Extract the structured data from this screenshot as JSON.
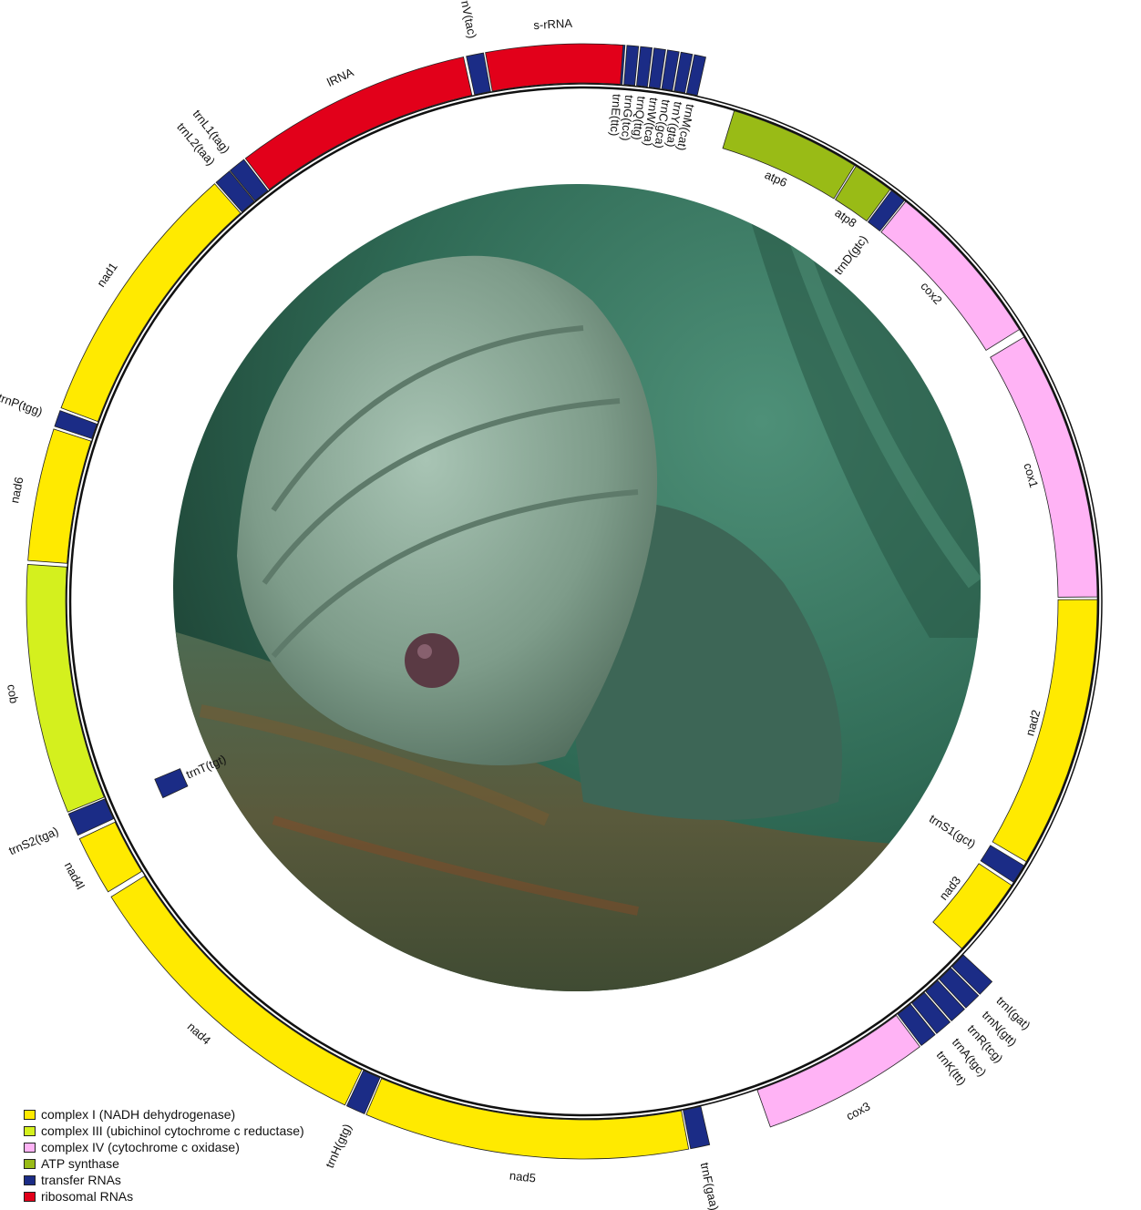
{
  "legend": [
    {
      "key": "complex1",
      "label": "complex I (NADH dehydrogenase)",
      "color": "#FFEA00"
    },
    {
      "key": "complex3",
      "label": "complex III (ubichinol cytochrome c reductase)",
      "color": "#D4F01E"
    },
    {
      "key": "complex4",
      "label": "complex IV (cytochrome c oxidase)",
      "color": "#FFB3F5"
    },
    {
      "key": "atp",
      "label": "ATP synthase",
      "color": "#99BB16"
    },
    {
      "key": "trna",
      "label": "transfer RNAs",
      "color": "#1B2C86"
    },
    {
      "key": "rrna",
      "label": "ribosomal RNAs",
      "color": "#E2001A"
    }
  ],
  "genes": [
    {
      "name": "trnE(ttc)",
      "cat": "trna",
      "strand": "out",
      "start": 3.0,
      "end": 4.2
    },
    {
      "name": "trnG(tcc)",
      "cat": "trna",
      "strand": "out",
      "start": 4.4,
      "end": 5.6
    },
    {
      "name": "trnQ(ttg)",
      "cat": "trna",
      "strand": "out",
      "start": 5.8,
      "end": 7.0
    },
    {
      "name": "trnW(tca)",
      "cat": "trna",
      "strand": "out",
      "start": 7.2,
      "end": 8.4
    },
    {
      "name": "trnC(gca)",
      "cat": "trna",
      "strand": "out",
      "start": 8.6,
      "end": 9.8
    },
    {
      "name": "trnY(gta)",
      "cat": "trna",
      "strand": "out",
      "start": 10.0,
      "end": 11.2
    },
    {
      "name": "trnM(cat)",
      "cat": "trna",
      "strand": "out",
      "start": 11.4,
      "end": 12.6
    },
    {
      "name": "atp6",
      "cat": "atp",
      "strand": "in",
      "start": 17.0,
      "end": 31.8
    },
    {
      "name": "atp8",
      "cat": "atp",
      "strand": "in",
      "start": 32.0,
      "end": 36.6
    },
    {
      "name": "trnD(gtc)",
      "cat": "trna",
      "strand": "in",
      "start": 36.8,
      "end": 38.6
    },
    {
      "name": "cox2",
      "cat": "complex4",
      "strand": "in",
      "start": 38.8,
      "end": 58.0
    },
    {
      "name": "cox1",
      "cat": "complex4",
      "strand": "in",
      "start": 59.0,
      "end": 89.5
    },
    {
      "name": "nad2",
      "cat": "complex1",
      "strand": "in",
      "start": 89.8,
      "end": 120.5
    },
    {
      "name": "trnS1(gct)",
      "cat": "trna",
      "strand": "in",
      "start": 121.0,
      "end": 123.2
    },
    {
      "name": "nad3",
      "cat": "complex1",
      "strand": "in",
      "start": 123.6,
      "end": 132.6
    },
    {
      "name": "trnI(gat)",
      "cat": "trna",
      "strand": "out",
      "start": 133.0,
      "end": 134.8
    },
    {
      "name": "trnN(gtt)",
      "cat": "trna",
      "strand": "out",
      "start": 135.0,
      "end": 136.8
    },
    {
      "name": "trnR(tcg)",
      "cat": "trna",
      "strand": "out",
      "start": 137.0,
      "end": 138.8
    },
    {
      "name": "trnA(tgc)",
      "cat": "trna",
      "strand": "out",
      "start": 139.0,
      "end": 140.8
    },
    {
      "name": "trnK(ttt)",
      "cat": "trna",
      "strand": "out",
      "start": 141.0,
      "end": 142.8
    },
    {
      "name": "cox3",
      "cat": "complex4",
      "strand": "out",
      "start": 143.0,
      "end": 160.5
    },
    {
      "name": "trnF(gaa)",
      "cat": "trna",
      "strand": "out",
      "start": 167.0,
      "end": 169.0
    },
    {
      "name": "nad5",
      "cat": "complex1",
      "strand": "out",
      "start": 169.2,
      "end": 203.0
    },
    {
      "name": "trnH(gtg)",
      "cat": "trna",
      "strand": "out",
      "start": 203.2,
      "end": 205.2
    },
    {
      "name": "nad4",
      "cat": "complex1",
      "strand": "out",
      "start": 205.4,
      "end": 238.0
    },
    {
      "name": "nad4l",
      "cat": "complex1",
      "strand": "out",
      "start": 238.6,
      "end": 244.8
    },
    {
      "name": "trnT(tgt)",
      "cat": "trna",
      "strand": "in",
      "start": 245.0,
      "end": 247.5
    },
    {
      "name": "trnS2(tga)",
      "cat": "trna",
      "strand": "out",
      "start": 245.2,
      "end": 247.6
    },
    {
      "name": "cob",
      "cat": "complex3",
      "strand": "out",
      "start": 247.8,
      "end": 273.8
    },
    {
      "name": "nad6",
      "cat": "complex1",
      "strand": "out",
      "start": 274.2,
      "end": 288.0
    },
    {
      "name": "trnP(tgg)",
      "cat": "trna",
      "strand": "out",
      "start": 288.3,
      "end": 290.0
    },
    {
      "name": "nad1",
      "cat": "complex1",
      "strand": "out",
      "start": 290.3,
      "end": 318.5
    },
    {
      "name": "trnL2(taa)",
      "cat": "trna",
      "strand": "out",
      "start": 318.7,
      "end": 320.5
    },
    {
      "name": "trnL1(tag)",
      "cat": "trna",
      "strand": "out",
      "start": 320.6,
      "end": 322.4
    },
    {
      "name": "lRNA",
      "cat": "rrna",
      "strand": "out",
      "start": 322.6,
      "end": 347.5
    },
    {
      "name": "trnV(tac)",
      "cat": "trna",
      "strand": "out",
      "start": 347.8,
      "end": 349.6
    },
    {
      "name": "s-rRNA",
      "cat": "rrna",
      "strand": "out",
      "start": 349.8,
      "end": 4.0
    }
  ]
}
